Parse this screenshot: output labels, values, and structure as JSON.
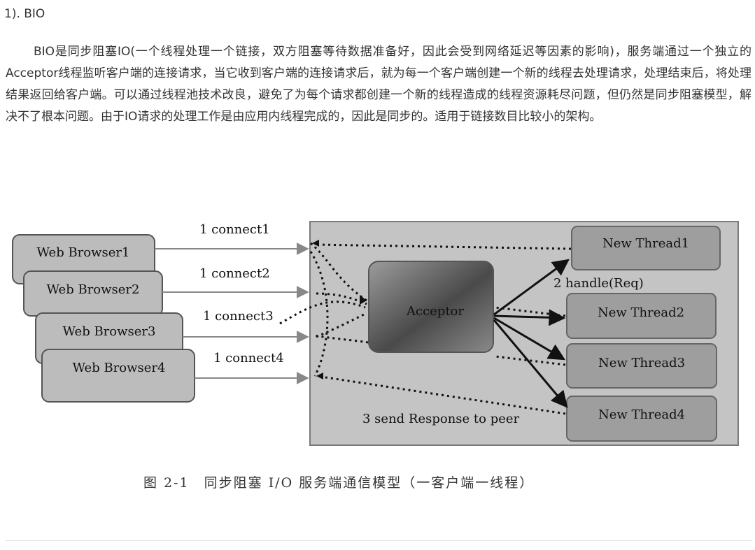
{
  "heading": "1). BIO",
  "paragraph": "BIO是同步阻塞IO(一个线程处理一个链接，双方阻塞等待数据准备好，因此会受到网络延迟等因素的影响)，服务端通过一个独立的Acceptor线程监听客户端的连接请求，当它收到客户端的连接请求后，就为每一个客户端创建一个新的线程去处理请求，处理结束后，将处理结果返回给客户端。可以通过线程池技术改良，避免了为每个请求都创建一个新的线程造成的线程资源耗尽问题，但仍然是同步阻塞模型，解决不了根本问题。由于IO请求的处理工作是由应用内线程完成的，因此是同步的。适用于链接数目比较小的架构。",
  "diagram": {
    "browsers": [
      "Web Browser1",
      "Web Browser2",
      "Web Browser3",
      "Web Browser4"
    ],
    "connects": [
      "1 connect1",
      "1 connect2",
      "1 connect3",
      "1 connect4"
    ],
    "acceptor": "Acceptor",
    "threads": [
      "New Thread1",
      "New Thread2",
      "New Thread3",
      "New Thread4"
    ],
    "handle_label": "2 handle(Req)",
    "response_label": "3 send Response to peer"
  },
  "caption": "图 2-1　同步阻塞 I/O 服务端通信模型（一客户端一线程）"
}
